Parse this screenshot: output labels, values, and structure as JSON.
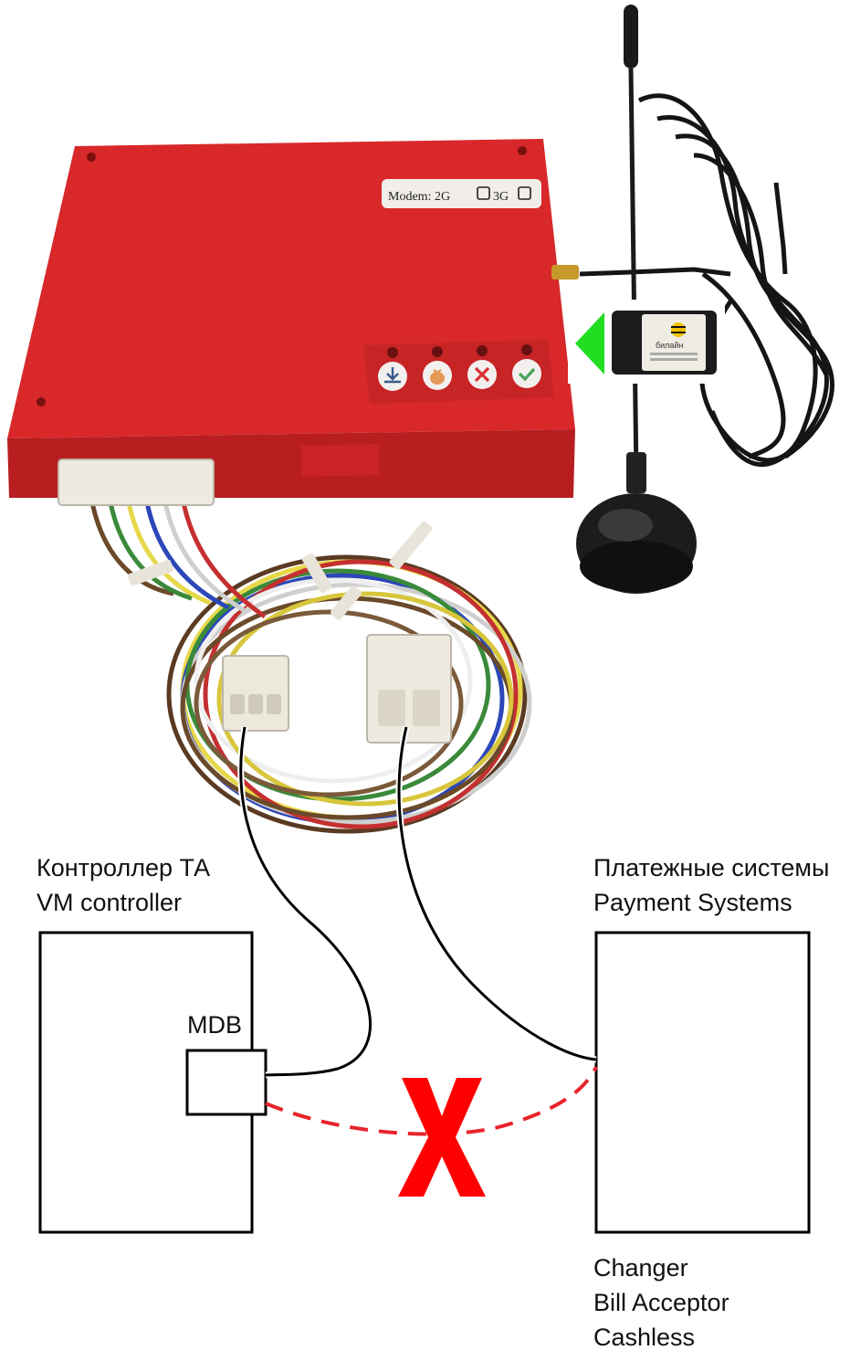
{
  "device": {
    "sticker_text": "Modem:  2G",
    "sticker_text_3g": "3G",
    "sim_brand": "билайн",
    "buttons": [
      "download-icon",
      "money-bag-icon",
      "cross-icon",
      "check-icon"
    ],
    "colors": {
      "body": "#d8282a",
      "body_shadow": "#a51a1c",
      "arrow": "#22dd22",
      "forbidden_x": "#ff0000",
      "dashed": "#e8232a"
    }
  },
  "left_box": {
    "title_line1": "Контроллер ТА",
    "title_line2": "VM controller",
    "port_label": "MDB"
  },
  "right_box": {
    "title_line1": "Платежные системы",
    "title_line2": "Payment Systems",
    "device_line1": "Changer",
    "device_line2": "Bill Acceptor",
    "device_line3": "Cashless"
  }
}
